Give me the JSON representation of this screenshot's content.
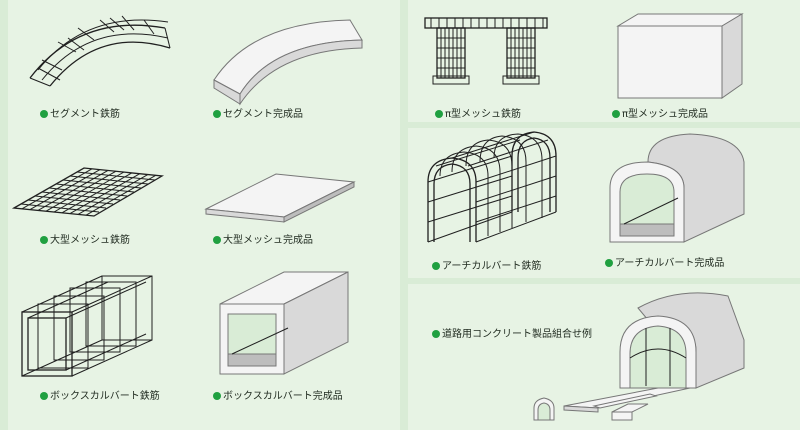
{
  "colors": {
    "background": "#d9ecd6",
    "panel": "#e7f3e4",
    "bullet": "#20a040"
  },
  "items": [
    {
      "label": "セグメント鉄筋",
      "icon": "segment-rebar-icon"
    },
    {
      "label": "セグメント完成品",
      "icon": "segment-product-icon"
    },
    {
      "label": "π型メッシュ鉄筋",
      "icon": "pi-mesh-rebar-icon"
    },
    {
      "label": "π型メッシュ完成品",
      "icon": "pi-mesh-product-icon"
    },
    {
      "label": "大型メッシュ鉄筋",
      "icon": "large-mesh-rebar-icon"
    },
    {
      "label": "大型メッシュ完成品",
      "icon": "large-mesh-product-icon"
    },
    {
      "label": "アーチカルバート鉄筋",
      "icon": "arch-culvert-rebar-icon"
    },
    {
      "label": "アーチカルバート完成品",
      "icon": "arch-culvert-product-icon"
    },
    {
      "label": "ボックスカルバート鉄筋",
      "icon": "box-culvert-rebar-icon"
    },
    {
      "label": "ボックスカルバート完成品",
      "icon": "box-culvert-product-icon"
    },
    {
      "label": "道路用コンクリート製品組合せ例",
      "icon": "road-products-combination-icon"
    }
  ]
}
